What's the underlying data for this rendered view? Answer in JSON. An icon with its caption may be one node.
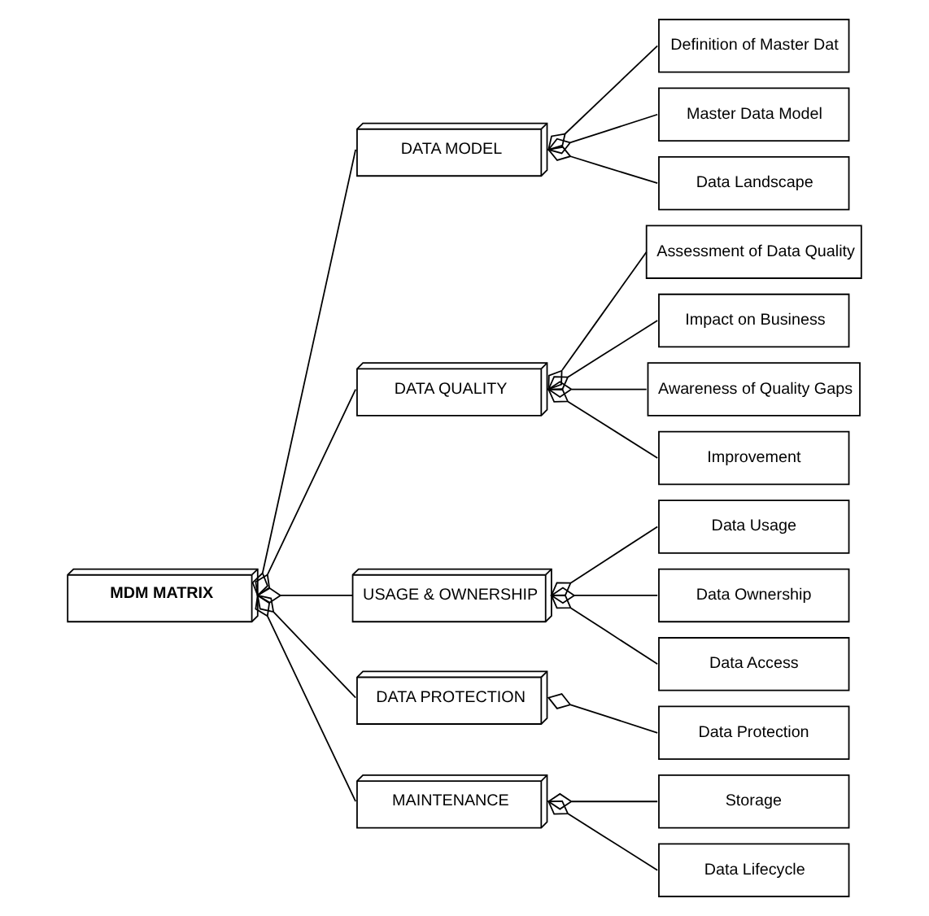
{
  "diagram": {
    "nodes": [
      {
        "text": [
          "MDM MATRIX"
        ]
      },
      {
        "text": [
          "DATA MODEL"
        ]
      },
      {
        "text": [
          "Definition of Master Dat"
        ]
      },
      {
        "text": [
          "Master Data Model"
        ]
      },
      {
        "text": [
          "Data Landscape"
        ]
      },
      {
        "text": [
          "DATA QUALITY"
        ]
      },
      {
        "text": [
          "Assessment of Data Quality"
        ]
      },
      {
        "text": [
          "Impact on Business"
        ]
      },
      {
        "text": [
          "Awareness of Quality Gaps"
        ]
      },
      {
        "text": [
          "Improvement"
        ]
      },
      {
        "text": [
          "USAGE & OWNERSHIP"
        ]
      },
      {
        "text": [
          "Data Usage"
        ]
      },
      {
        "text": [
          "Data Ownership"
        ]
      },
      {
        "text": [
          "Data Access"
        ]
      },
      {
        "text": [
          "DATA PROTECTION"
        ]
      },
      {
        "text": [
          "Data Protection"
        ]
      },
      {
        "text": [
          "MAINTENANCE"
        ]
      },
      {
        "text": [
          "Storage"
        ]
      },
      {
        "text": [
          "Data Lifecycle"
        ]
      }
    ],
    "edges": [
      {
        "from": 0,
        "to": 1,
        "arrow": "other"
      },
      {
        "from": 0,
        "to": 5,
        "arrow": "other"
      },
      {
        "from": 0,
        "to": 10,
        "arrow": "other"
      },
      {
        "from": 0,
        "to": 14,
        "arrow": "other"
      },
      {
        "from": 0,
        "to": 16,
        "arrow": "other"
      },
      {
        "from": 1,
        "to": 2,
        "arrow": "other"
      },
      {
        "from": 1,
        "to": 3,
        "arrow": "other"
      },
      {
        "from": 1,
        "to": 4,
        "arrow": "other"
      },
      {
        "from": 5,
        "to": 6,
        "arrow": "other"
      },
      {
        "from": 5,
        "to": 7,
        "arrow": "other"
      },
      {
        "from": 5,
        "to": 8,
        "arrow": "other"
      },
      {
        "from": 5,
        "to": 9,
        "arrow": "other"
      },
      {
        "from": 10,
        "to": 11,
        "arrow": "other"
      },
      {
        "from": 10,
        "to": 12,
        "arrow": "other"
      },
      {
        "from": 10,
        "to": 13,
        "arrow": "other"
      },
      {
        "from": 14,
        "to": 15,
        "arrow": "other"
      },
      {
        "from": 16,
        "to": 17,
        "arrow": "other"
      },
      {
        "from": 16,
        "to": 18,
        "arrow": "other"
      }
    ]
  }
}
